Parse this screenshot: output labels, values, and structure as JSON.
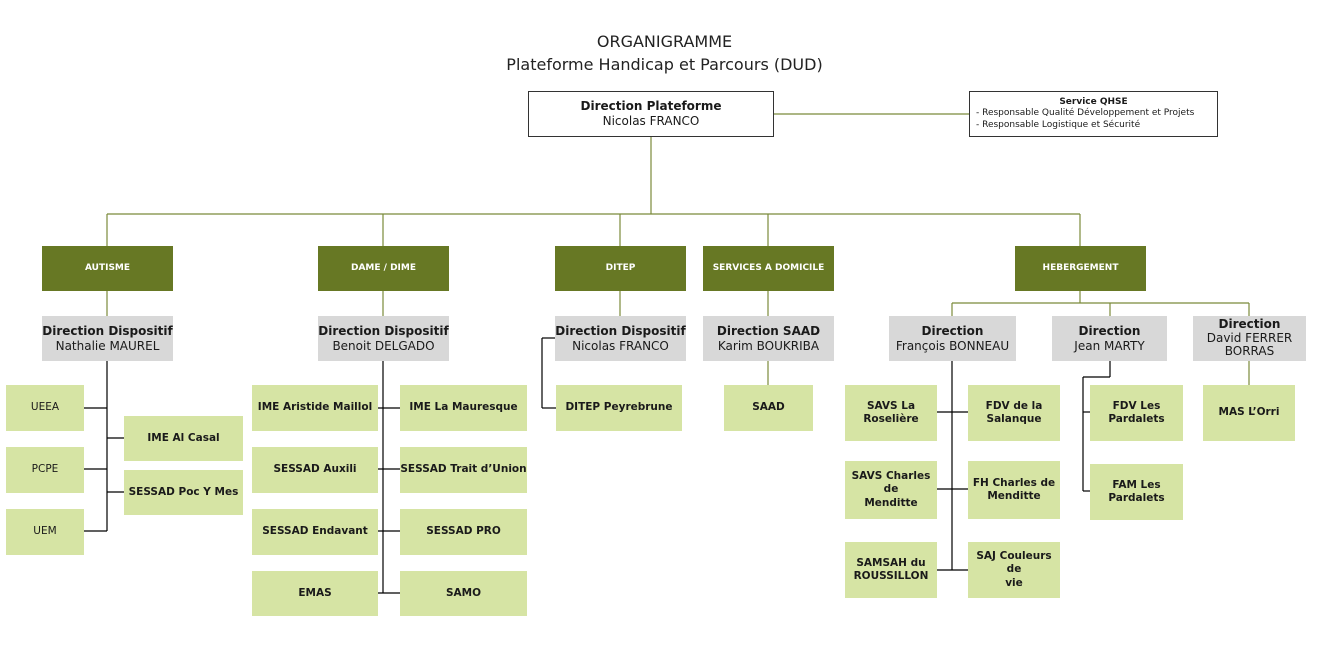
{
  "header": {
    "title": "ORGANIGRAMME",
    "subtitle": "Plateforme Handicap et Parcours (DUD)"
  },
  "top": {
    "role": "Direction Plateforme",
    "name": "Nicolas FRANCO"
  },
  "qhse": {
    "title": "Service QHSE",
    "items": [
      "- Responsable Qualité Développement et Projets",
      "- Responsable Logistique et Sécurité"
    ]
  },
  "sectors": {
    "autisme": "AUTISME",
    "dame": "DAME / DIME",
    "ditep": "DITEP",
    "sad": "SERVICES A DOMICILE",
    "heberg": "HEBERGEMENT"
  },
  "directions": {
    "autisme": {
      "role": "Direction Dispositif",
      "name": "Nathalie MAUREL"
    },
    "dame": {
      "role": "Direction Dispositif",
      "name": "Benoit DELGADO"
    },
    "ditep": {
      "role": "Direction Dispositif",
      "name": "Nicolas FRANCO"
    },
    "sad": {
      "role": "Direction SAAD",
      "name": "Karim BOUKRIBA"
    },
    "bonneau": {
      "role": "Direction",
      "name": "François BONNEAU"
    },
    "marty": {
      "role": "Direction",
      "name": "Jean MARTY"
    },
    "ferrer": {
      "role": "Direction",
      "name1": "David FERRER",
      "name2": "BORRAS"
    }
  },
  "units": {
    "ueea": "UEEA",
    "pcpe": "PCPE",
    "uem": "UEM",
    "ime_al_casal": "IME Al Casal",
    "sessad_poc": "SESSAD Poc Y Mes",
    "ime_aristide": "IME Aristide Maillol",
    "sessad_auxili": "SESSAD Auxili",
    "sessad_endavant": "SESSAD Endavant",
    "emas": "EMAS",
    "ime_mauresque": "IME La Mauresque",
    "sessad_trait": "SESSAD Trait d’Union",
    "sessad_pro": "SESSAD PRO",
    "samo": "SAMO",
    "ditep_peyrebrune": "DITEP Peyrebrune",
    "saad": "SAAD",
    "savs_roseliere_1": "SAVS La",
    "savs_roseliere_2": "Roselière",
    "savs_charles_1": "SAVS Charles de",
    "savs_charles_2": "Menditte",
    "samsah_1": "SAMSAH du",
    "samsah_2": "ROUSSILLON",
    "fdv_salanque_1": "FDV de la",
    "fdv_salanque_2": "Salanque",
    "fh_charles_1": "FH Charles de",
    "fh_charles_2": "Menditte",
    "saj_1": "SAJ Couleurs de",
    "saj_2": "vie",
    "fdv_pardalets_1": "FDV Les",
    "fdv_pardalets_2": "Pardalets",
    "fam_pardalets_1": "FAM Les",
    "fam_pardalets_2": "Pardalets",
    "mas_orri": "MAS L’Orri"
  },
  "colors": {
    "sector_fill": "#677824",
    "unit_fill": "#d6e4a4",
    "direction_fill": "#d8d8d8",
    "connector_olive": "#7a8a3a"
  }
}
